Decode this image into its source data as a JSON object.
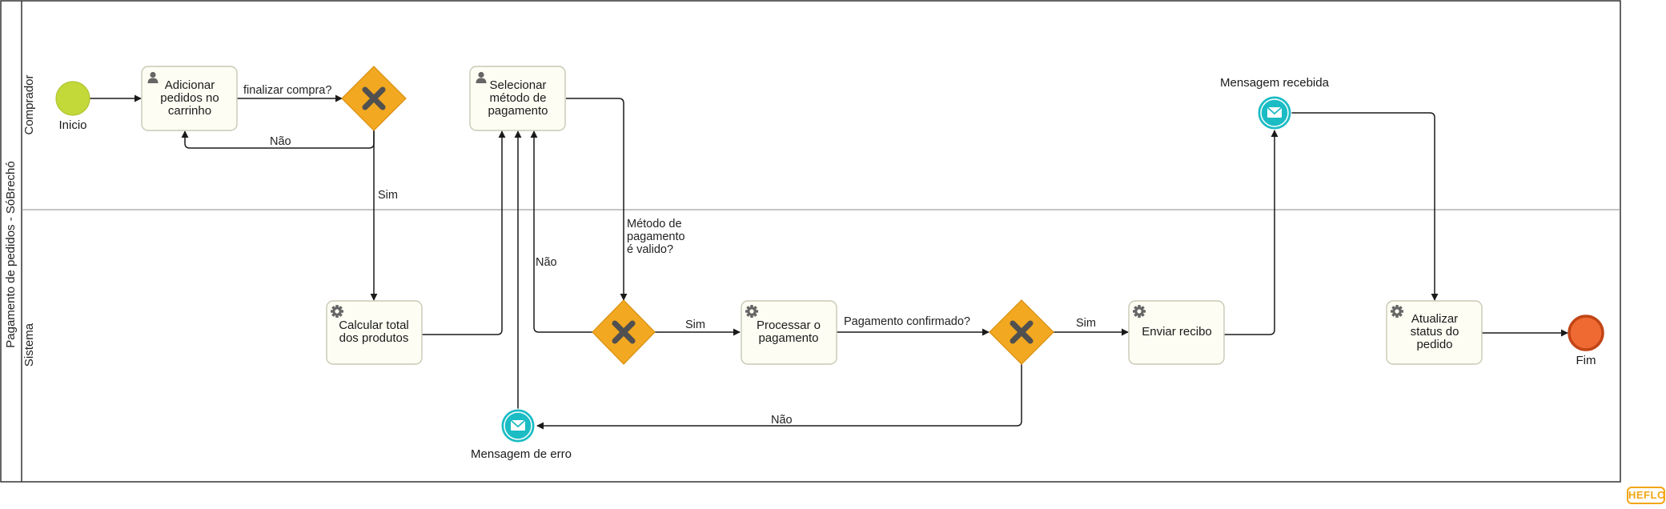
{
  "pool": {
    "title": "Pagamento de pedidos - SóBrechó"
  },
  "lanes": {
    "top": "Comprador",
    "bottom": "Sistema"
  },
  "events": {
    "start": "Inicio",
    "end": "Fim",
    "message_received": "Mensagem recebida",
    "error_message": "Mensagem de erro"
  },
  "tasks": {
    "add_to_cart": [
      "Adicionar",
      "pedidos no",
      "carrinho"
    ],
    "select_payment": [
      "Selecionar",
      "método de",
      "pagamento"
    ],
    "calculate_total": [
      "Calcular total",
      "dos produtos"
    ],
    "process_payment": [
      "Processar o",
      "pagamento"
    ],
    "send_receipt": [
      "Enviar recibo"
    ],
    "update_status": [
      "Atualizar",
      "status do",
      "pedido"
    ]
  },
  "flow_labels": {
    "finish_purchase": "finalizar compra?",
    "no_cart": "Não",
    "yes_finish": "Sim",
    "payment_valid": [
      "Método de",
      "pagamento",
      "é valido?"
    ],
    "no_method": "Não",
    "yes_method": "Sim",
    "payment_confirmed": "Pagamento confirmado?",
    "yes_confirmed": "Sim",
    "no_confirmed": "Não"
  },
  "colors": {
    "start_event": "#c3d93a",
    "end_event": "#ef6a33",
    "gateway": "#f2a820",
    "message_event": "#1bbcc4",
    "task_fill": "#fdfdf3",
    "logo": "#f2a515"
  },
  "logo": {
    "text": "HEFLO"
  }
}
